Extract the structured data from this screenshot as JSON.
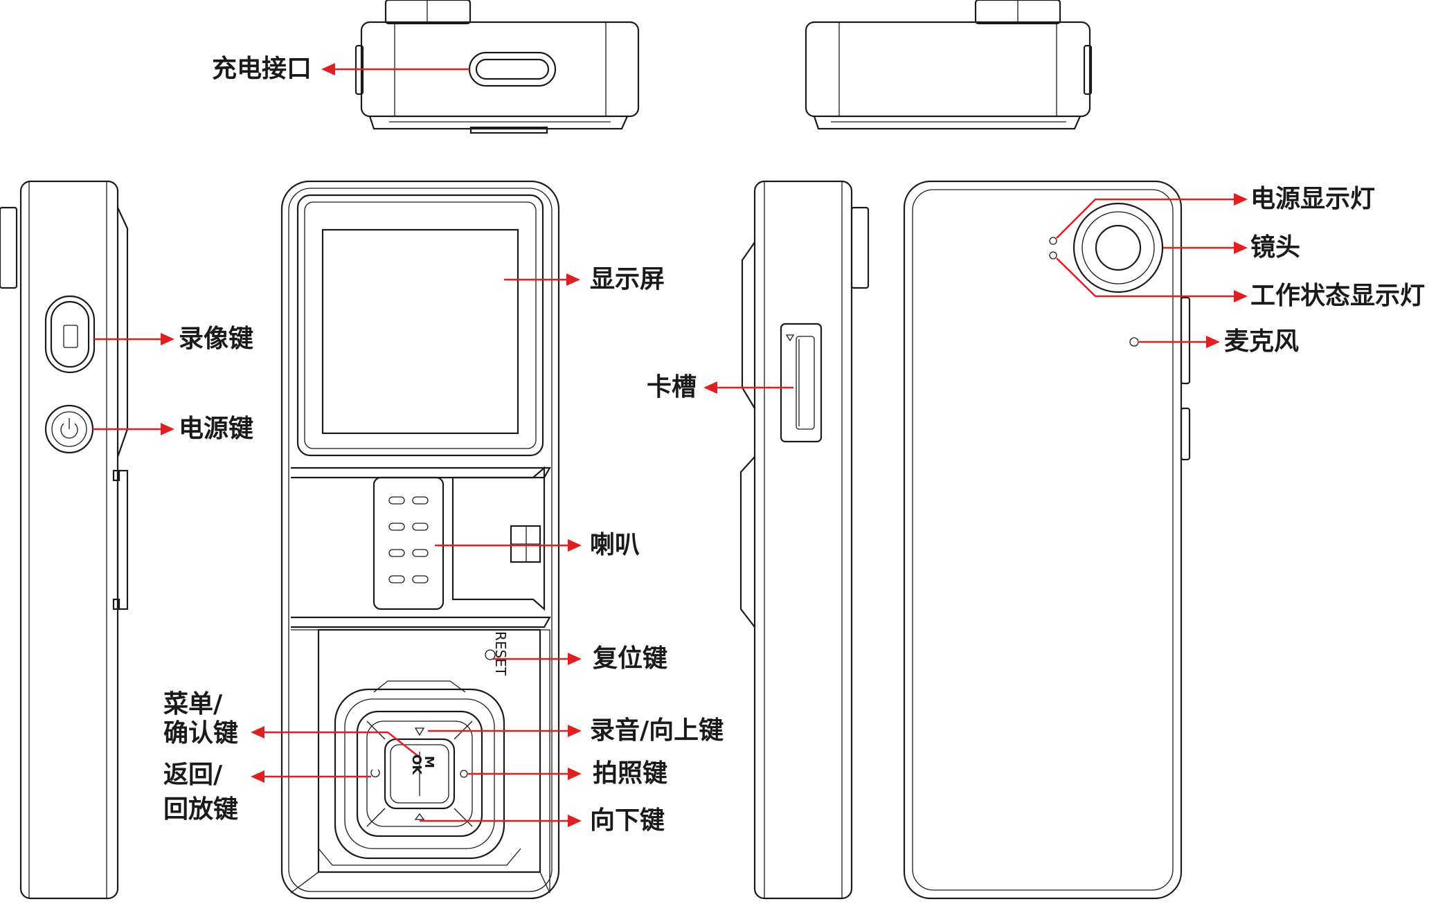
{
  "labels": {
    "charge_port": "充电接口",
    "record_video": "录像键",
    "power_key": "电源键",
    "display": "显示屏",
    "speaker": "喇叭",
    "reset_key": "复位键",
    "menu_confirm_1": "菜单/",
    "menu_confirm_2": "确认键",
    "back_1": "返回/",
    "back_2": "回放键",
    "record_audio_up": "录音/向上键",
    "photo_key": "拍照键",
    "down_key": "向下键",
    "card_slot": "卡槽",
    "power_led": "电源显示灯",
    "lens": "镜头",
    "work_led": "工作状态显示灯",
    "microphone": "麦克风"
  },
  "device_text": {
    "reset": "RESET",
    "menu_key": "M",
    "ok_key": "OK"
  },
  "colors": {
    "arrow": "#e02020",
    "outline": "#1a1a1a"
  }
}
